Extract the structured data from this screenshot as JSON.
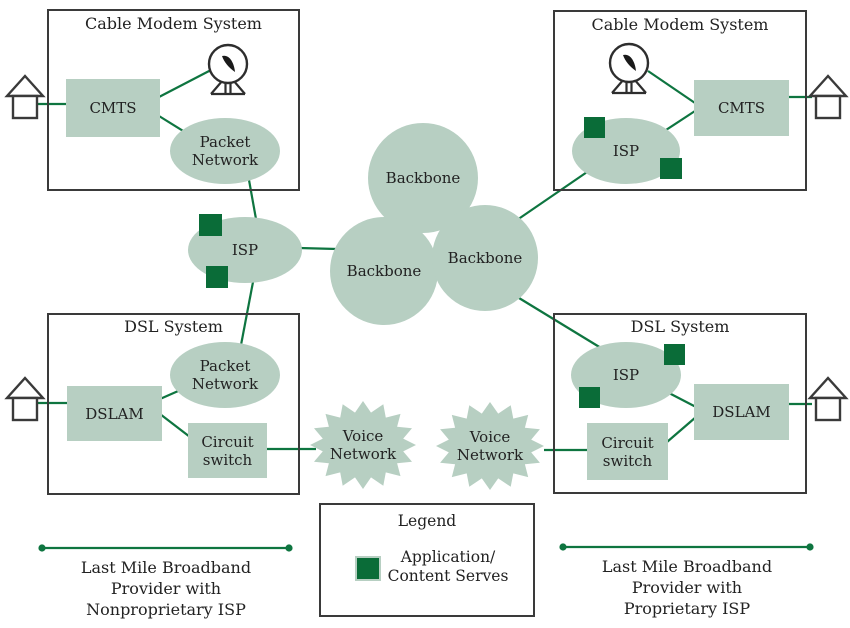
{
  "diagram": {
    "boxes": {
      "cable_left": {
        "title": "Cable Modem System"
      },
      "cable_right": {
        "title": "Cable Modem System"
      },
      "dsl_left": {
        "title": "DSL System"
      },
      "dsl_right": {
        "title": "DSL System"
      }
    },
    "nodes": {
      "cmts_left": "CMTS",
      "cmts_right": "CMTS",
      "packet_network_cable_left": "Packet\nNetwork",
      "packet_network_dsl_left": "Packet\nNetwork",
      "isp_core": "ISP",
      "isp_cable_right": "ISP",
      "isp_dsl_right": "ISP",
      "dslam_left": "DSLAM",
      "dslam_right": "DSLAM",
      "circuit_switch_left": "Circuit\nswitch",
      "circuit_switch_right": "Circuit\nswitch",
      "backbone_top": "Backbone",
      "backbone_left": "Backbone",
      "backbone_right": "Backbone",
      "voice_network_left": "Voice\nNetwork",
      "voice_network_right": "Voice\nNetwork"
    },
    "legend": {
      "title": "Legend",
      "item_label": "Application/\nContent Serves"
    },
    "captions": {
      "left": "Last Mile Broadband\nProvider with\nNonproprietary ISP",
      "right": "Last Mile Broadband\nProvider with\nProprietary ISP"
    },
    "colors": {
      "shape_fill": "#b7cfc2",
      "app_square_green": "#0a6c38",
      "connector_green": "#0e7540",
      "box_border": "#3a3a3a",
      "text": "#222222"
    }
  }
}
